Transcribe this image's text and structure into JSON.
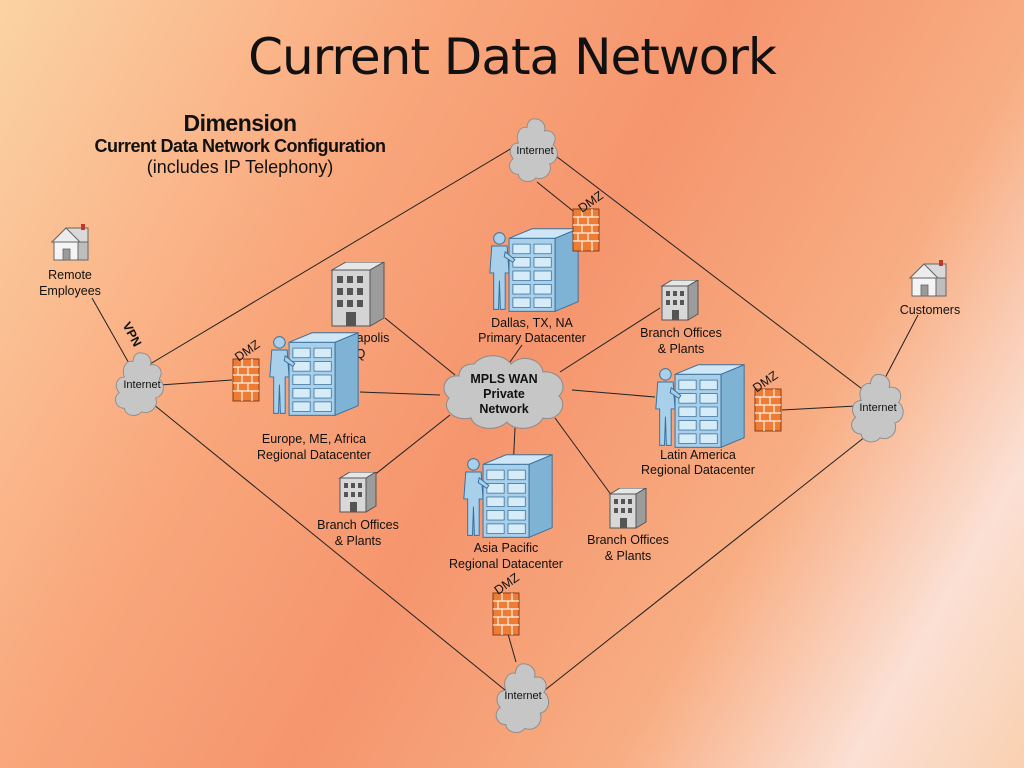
{
  "slide": {
    "title": "Current Data Network"
  },
  "heading": {
    "line1": "Dimension",
    "line2": "Current Data Network Configuration",
    "line3": "(includes IP Telephony)"
  },
  "clouds": {
    "internet_top": "Internet",
    "internet_left": "Internet",
    "internet_right": "Internet",
    "internet_bottom": "Internet",
    "mpls_line1": "MPLS WAN",
    "mpls_line2": "Private",
    "mpls_line3": "Network"
  },
  "nodes": {
    "remote_line1": "Remote",
    "remote_line2": "Employees",
    "customers": "Customers",
    "mpls_hq_line1": "Minneapolis",
    "mpls_hq_line2": "HQ",
    "dallas_line1": "Dallas, TX, NA",
    "dallas_line2": "Primary Datacenter",
    "europe_line1": "Europe, ME, Africa",
    "europe_line2": "Regional Datacenter",
    "latam_line1": "Latin America",
    "latam_line2": "Regional Datacenter",
    "asia_line1": "Asia Pacific",
    "asia_line2": "Regional Datacenter",
    "branch_top_line1": "Branch Offices",
    "branch_top_line2": "& Plants",
    "branch_left_line1": "Branch Offices",
    "branch_left_line2": "& Plants",
    "branch_right_line1": "Branch Offices",
    "branch_right_line2": "& Plants"
  },
  "dmz": {
    "top": "DMZ",
    "left": "DMZ",
    "right": "DMZ",
    "bottom": "DMZ"
  },
  "vpn_label": "VPN",
  "colors": {
    "server_blue": "#a8d0ea",
    "firewall": "#e8722c",
    "cloud": "#c9c9c9",
    "line": "#222222"
  }
}
